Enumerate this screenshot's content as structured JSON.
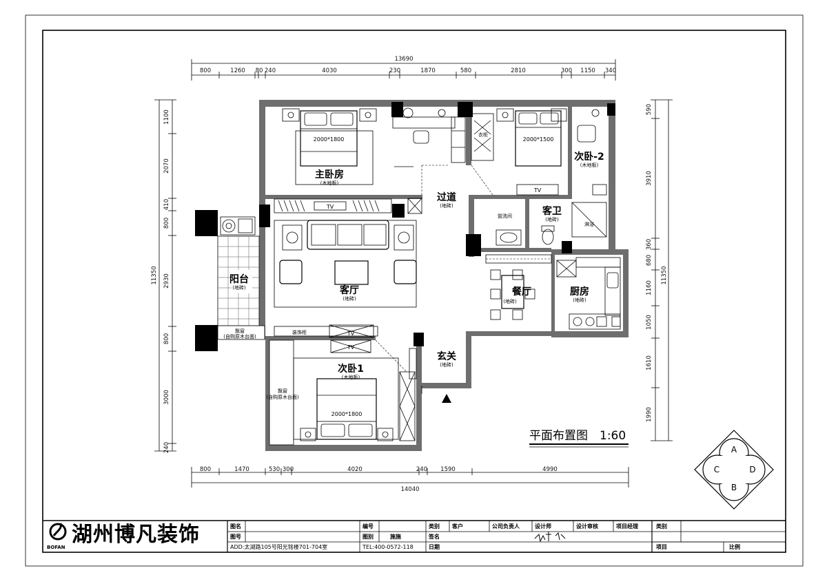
{
  "dimensions": {
    "top_total": "13690",
    "top": [
      "800",
      "1260",
      "80",
      "240",
      "4030",
      "230",
      "1870",
      "580",
      "2810",
      "300",
      "1150",
      "340"
    ],
    "bottom_total": "14040",
    "bottom": [
      "800",
      "1470",
      "530",
      "300",
      "4020",
      "240",
      "1590",
      "4990"
    ],
    "left_total": "11350",
    "left": [
      "1100",
      "2070",
      "410",
      "800",
      "2930",
      "800",
      "3000",
      "240"
    ],
    "right_total": "11350",
    "right": [
      "590",
      "3910",
      "360",
      "680",
      "1160",
      "1050",
      "1610",
      "1990"
    ]
  },
  "rooms": {
    "master_bedroom": {
      "name": "主卧房",
      "floor": "(木地板)"
    },
    "bedroom2": {
      "name": "次卧-2",
      "floor": "(木地板)"
    },
    "corridor": {
      "name": "过道",
      "floor": "(地砖)"
    },
    "guest_bath": {
      "name": "客卫",
      "floor": "(地砖)"
    },
    "balcony": {
      "name": "阳台",
      "floor": "(地砖)"
    },
    "living": {
      "name": "客厅",
      "floor": "(地砖)"
    },
    "dining": {
      "name": "餐厅",
      "floor": "(地砖)"
    },
    "kitchen": {
      "name": "厨房",
      "floor": "(地砖)"
    },
    "entry": {
      "name": "玄关",
      "floor": "(地砖)"
    },
    "bedroom1": {
      "name": "次卧1",
      "floor": "(木地板)"
    }
  },
  "labels": {
    "bed_master": "2000*1800",
    "bed_2": "2000*1500",
    "bed_1": "2000*1800",
    "tv": "TV",
    "wardrobe": "衣柜",
    "wash_room": "盥洗间",
    "shower": "淋浴",
    "display_cabinet": "装饰柜",
    "bay_window_balcony": "飘窗",
    "bay_window_balcony_note": "(自购原木台面)",
    "bay_window_bed1": "飘窗",
    "bay_window_bed1_note": "(自购原木台面)"
  },
  "plan_title": "平面布置图",
  "plan_scale": "1:60",
  "compass": {
    "a": "A",
    "b": "B",
    "c": "C",
    "d": "D"
  },
  "title_block": {
    "brand_cn": "湖州博凡装饰",
    "brand_en": "BOFAN",
    "drawing_name": "图名",
    "drawing_no": "图号",
    "address": "ADD:太湖路105号阳光铭楼701-704室",
    "serial": "编号",
    "category": "图别",
    "category_value": "施施",
    "tel": "TEL:400-0572-118",
    "type": "类别",
    "sign": "签名",
    "date": "日期",
    "client": "客户",
    "company_head": "公司负责人",
    "designer": "设计师",
    "design_review": "设计审核",
    "project_manager": "项目经理",
    "category2": "类别",
    "item": "项目",
    "ratio": "比例"
  }
}
